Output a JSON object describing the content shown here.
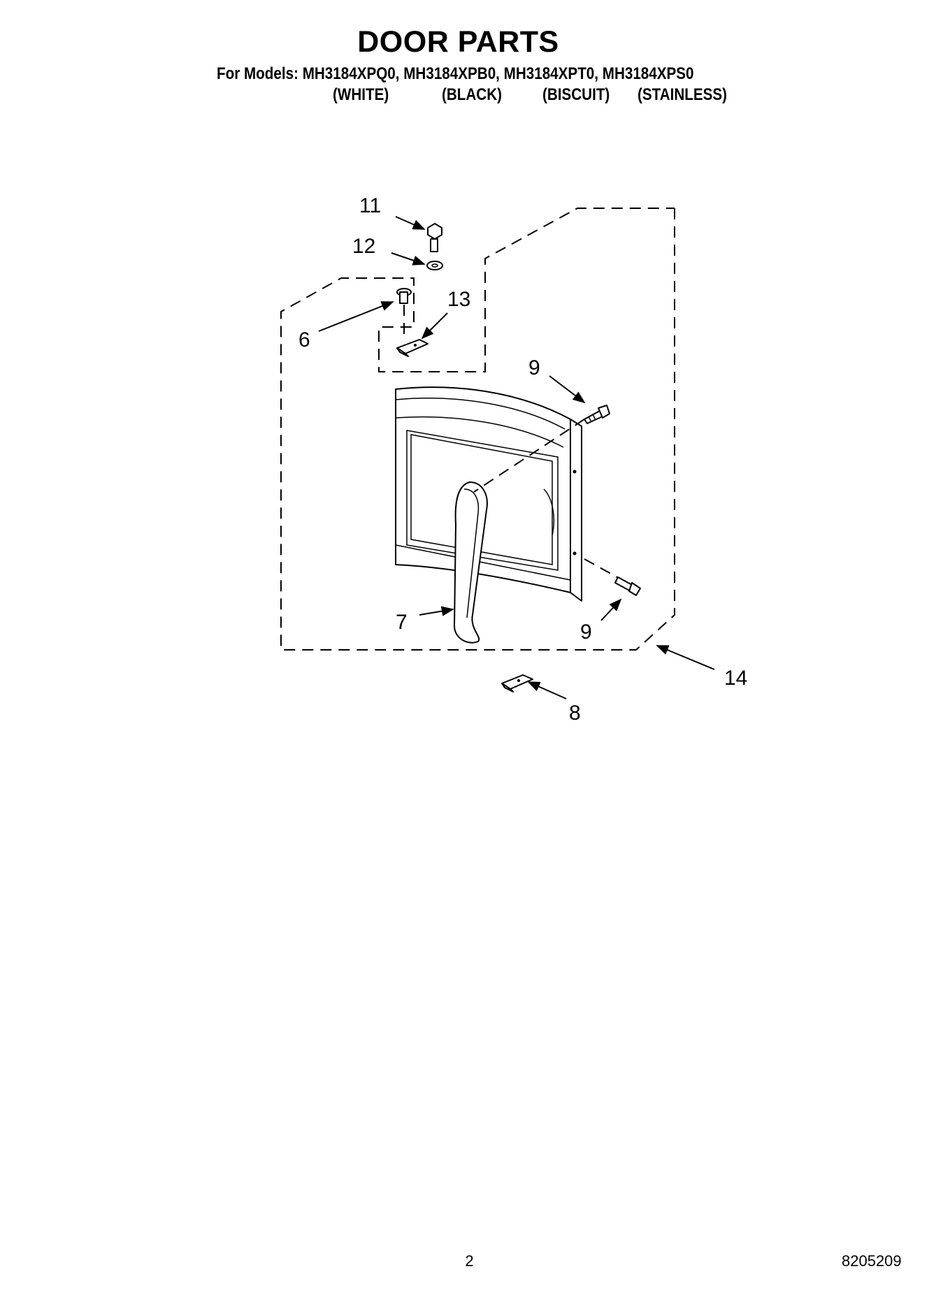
{
  "header": {
    "title": "DOOR PARTS",
    "models_line": "For Models: MH3184XPQ0, MH3184XPB0, MH3184XPT0, MH3184XPS0",
    "colors": [
      "(WHITE)",
      "(BLACK)",
      "(BISCUIT)",
      "(STAINLESS)"
    ]
  },
  "callouts": {
    "c11": "11",
    "c12": "12",
    "c13": "13",
    "c6": "6",
    "c9_top": "9",
    "c9_bottom": "9",
    "c7": "7",
    "c14": "14",
    "c8": "8"
  },
  "footer": {
    "page_number": "2",
    "document_number": "8205209"
  }
}
